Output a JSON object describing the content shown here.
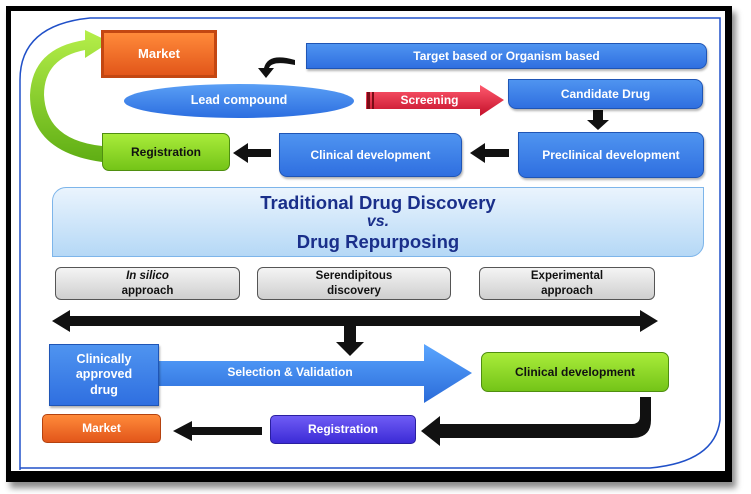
{
  "traditional": {
    "market": "Market",
    "target_based": "Target based or Organism based",
    "lead_compound": "Lead compound",
    "screening": "Screening",
    "candidate_drug": "Candidate  Drug",
    "registration": "Registration",
    "clinical_development": "Clinical development",
    "preclinical_development": "Preclinical development"
  },
  "title": {
    "line1": "Traditional Drug Discovery",
    "line2": "vs.",
    "line3": "Drug Repurposing"
  },
  "approaches": [
    {
      "italic": "In silico",
      "text": "approach"
    },
    {
      "italic": "",
      "text": "Serendipitous discovery"
    },
    {
      "italic": "",
      "text": "Experimental approach"
    }
  ],
  "repurposing": {
    "approved_drug": "Clinically approved drug",
    "selection": "Selection & Validation",
    "clinical_development": "Clinical development",
    "registration": "Registration",
    "market": "Market"
  },
  "colors": {
    "orange": "#ef6a1e",
    "blue": "#3a7fe8",
    "green": "#8fdc1c",
    "purple": "#5a3fe0",
    "red": "#d81f3a",
    "title_text": "#1a2f8a"
  }
}
